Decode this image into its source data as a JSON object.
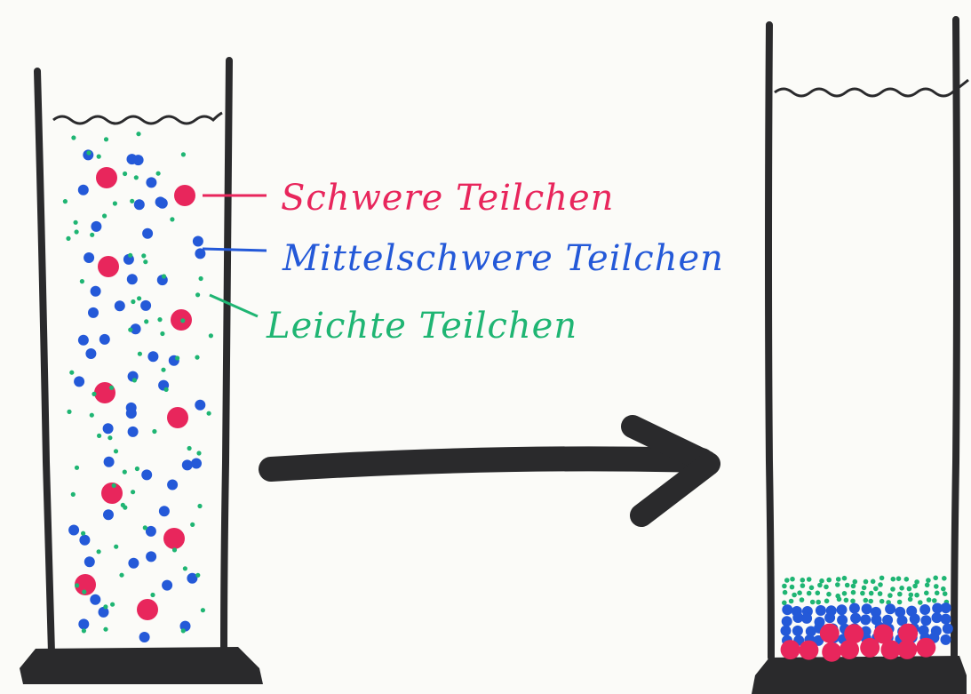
{
  "colors": {
    "heavy": "#e8265c",
    "medium": "#2459d8",
    "light": "#1fb573",
    "ink": "#2a2a2c",
    "paper": "#fbfbf8"
  },
  "labels": {
    "heavy": "Schwere Teilchen",
    "medium": "Mittelschwere Teilchen",
    "light": "Leichte Teilchen"
  },
  "icons": {
    "arrow": "arrow-right-icon",
    "water": "water-surface-icon"
  }
}
